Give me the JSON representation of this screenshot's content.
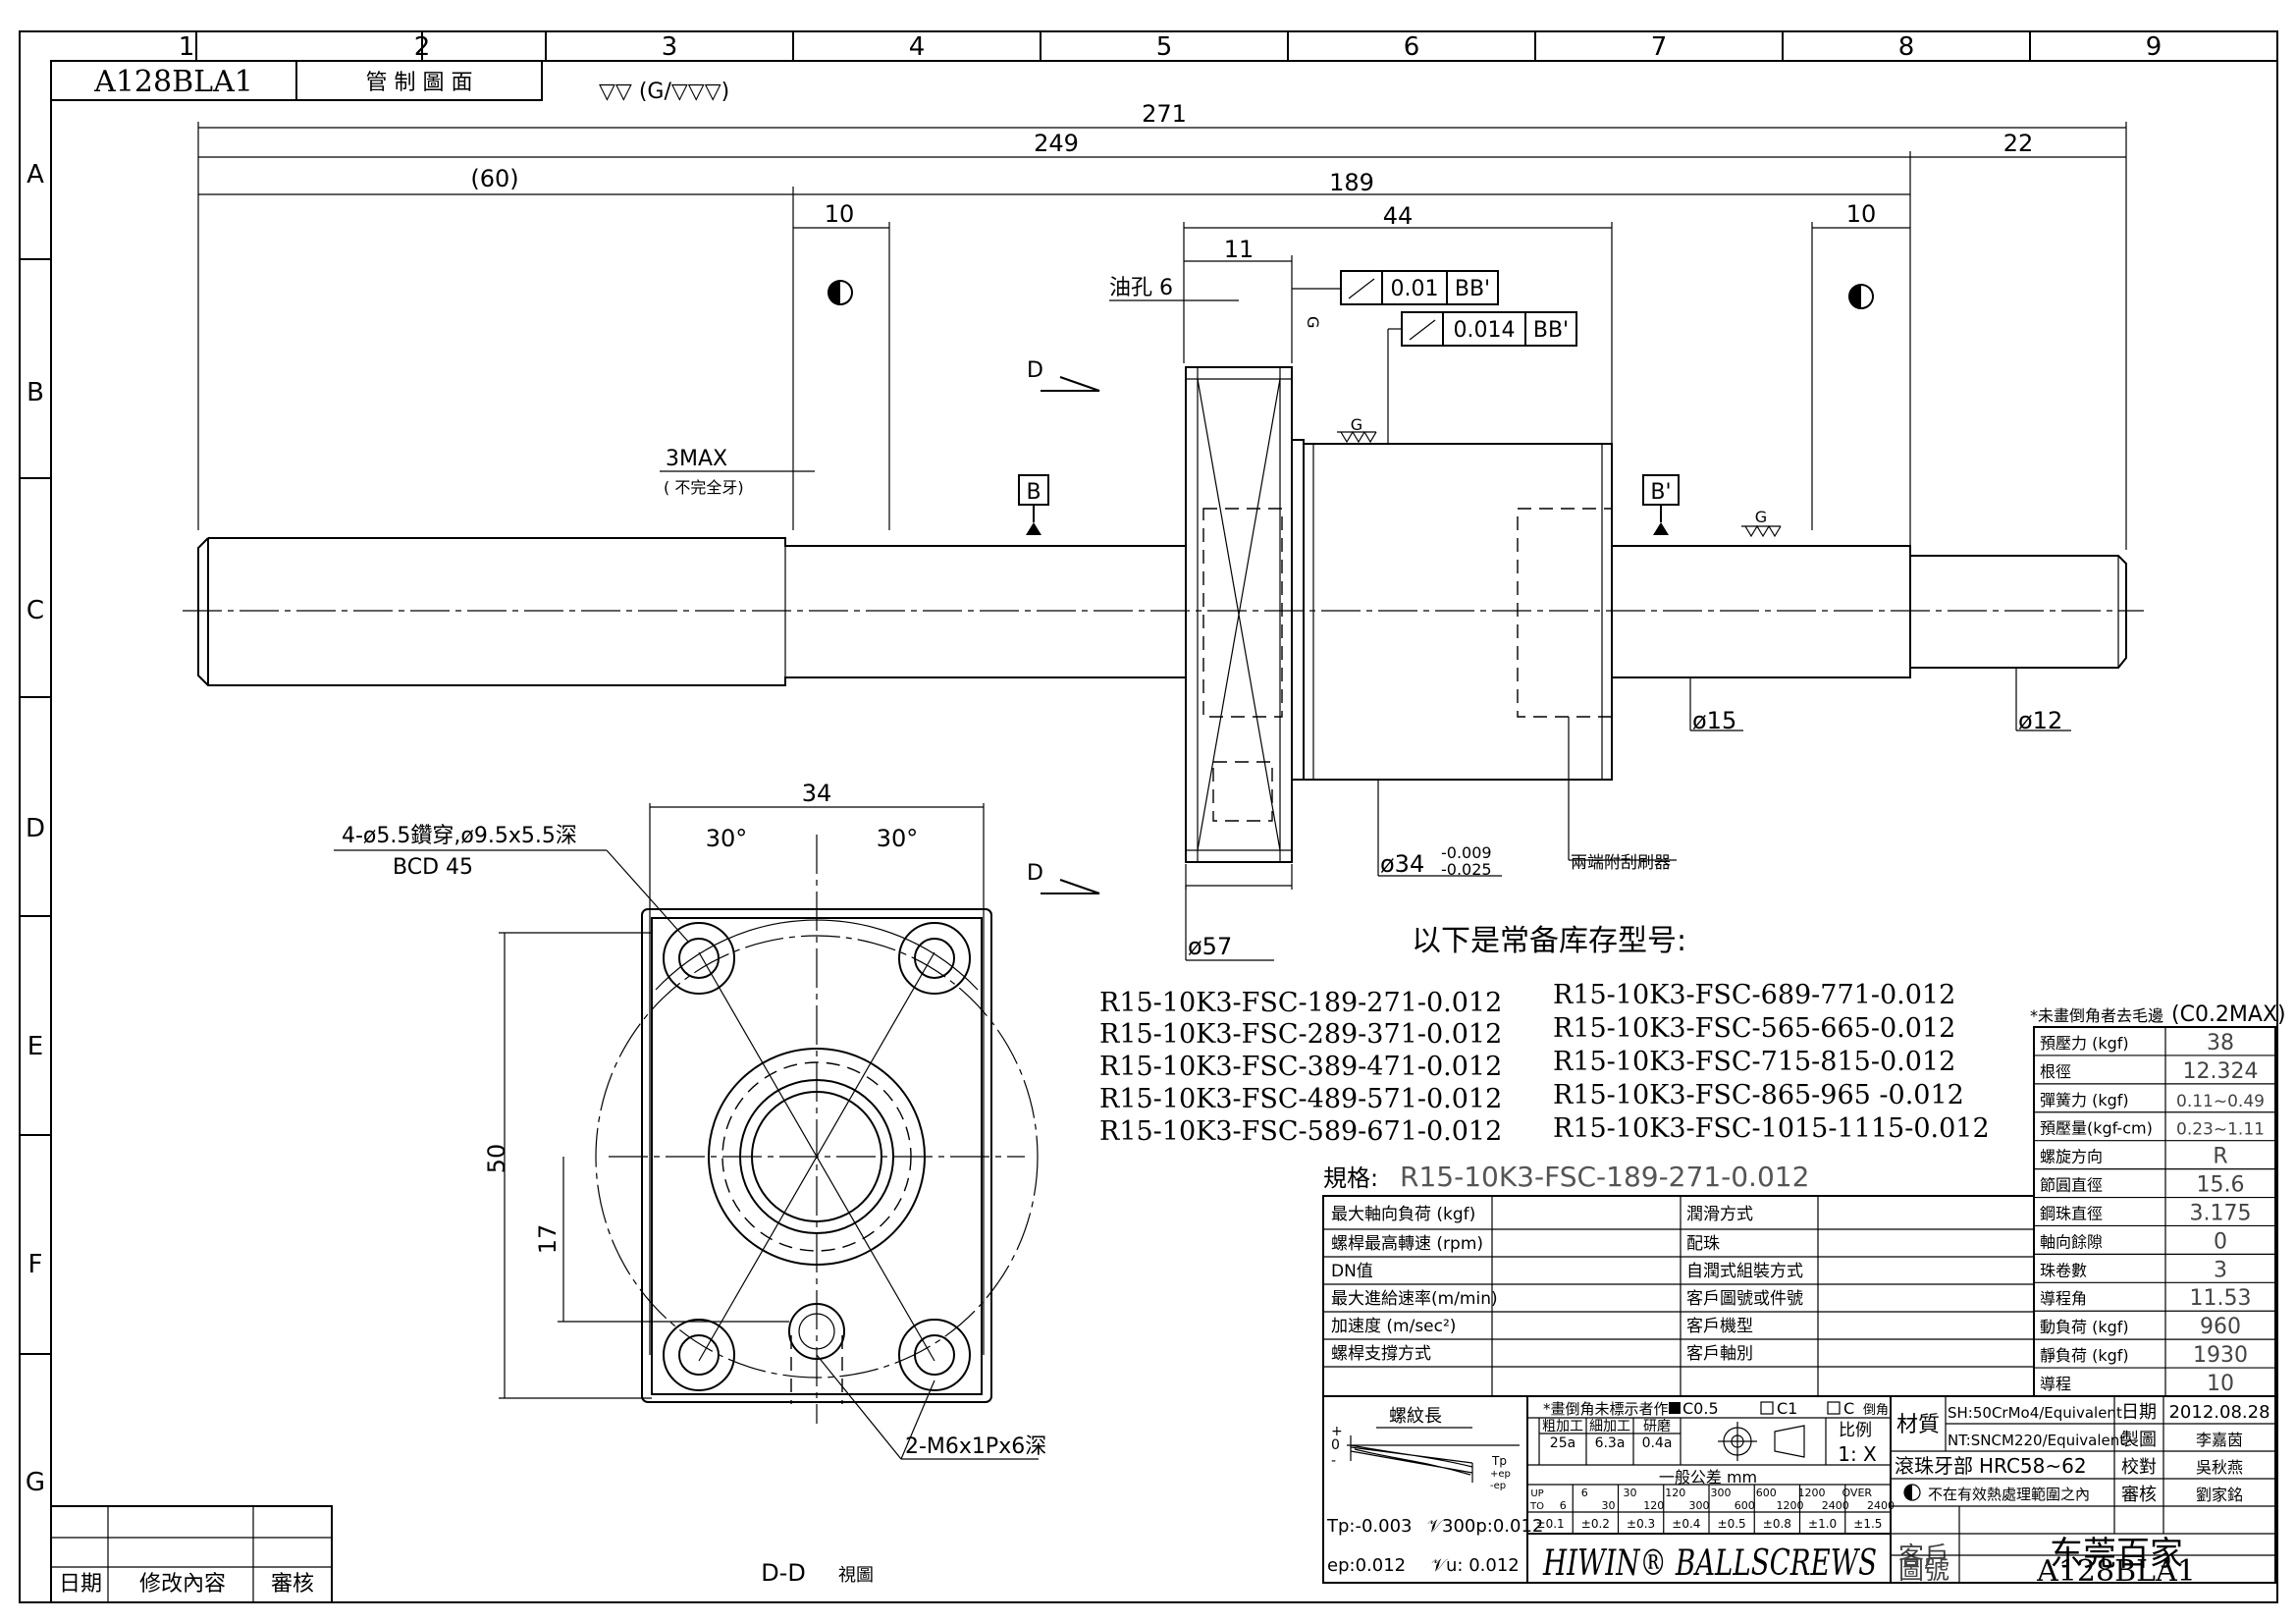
{
  "title_block": {
    "drawing_no": "A128BLA1",
    "control": "管 制 圖 面",
    "surface_mark": "▽▽ (G/▽▽▽)"
  },
  "grid": {
    "cols": [
      "1",
      "2",
      "3",
      "4",
      "5",
      "6",
      "7",
      "8",
      "9"
    ],
    "rows": [
      "A",
      "B",
      "C",
      "D",
      "E",
      "F",
      "G"
    ]
  },
  "dims": {
    "d271": "271",
    "d249": "249",
    "d22": "22",
    "d60": "(60)",
    "d189": "189",
    "d10a": "10",
    "d10b": "10",
    "d44": "44",
    "d11": "11",
    "oil_hole": "油孔 6",
    "runout1_val": "0.01",
    "runout1_ref": "BB'",
    "runout2_val": "0.014",
    "runout2_ref": "BB'",
    "datum_b": "B",
    "datum_b2": "B'",
    "g": "G",
    "max3": "3MAX",
    "incomplete": "( 不完全牙)",
    "sec_d": "D",
    "dia15": "ø15",
    "dia12": "ø12",
    "dia57": "ø57",
    "dia34": "ø34",
    "dia34_up": "-0.009",
    "dia34_lo": "-0.025",
    "wiper": "兩端附刮刷器"
  },
  "flange": {
    "holes": "4-ø5.5鑽穿,ø9.5x5.5深",
    "bcd": "BCD 45",
    "w34": "34",
    "h50": "50",
    "h17": "17",
    "ang1": "30°",
    "ang2": "30°",
    "tap": "2-M6x1Px6深",
    "view": "D-D",
    "view_label": "視圖"
  },
  "stock": {
    "heading": "以下是常备库存型号:",
    "left": [
      "R15-10K3-FSC-189-271-0.012",
      "R15-10K3-FSC-289-371-0.012",
      "R15-10K3-FSC-389-471-0.012",
      "R15-10K3-FSC-489-571-0.012",
      "R15-10K3-FSC-589-671-0.012"
    ],
    "right": [
      "R15-10K3-FSC-689-771-0.012",
      "R15-10K3-FSC-565-665-0.012",
      "R15-10K3-FSC-715-815-0.012",
      "R15-10K3-FSC-865-965 -0.012",
      "R15-10K3-FSC-1015-1115-0.012"
    ]
  },
  "spec": {
    "label": "規格:",
    "value": "R15-10K3-FSC-189-271-0.012",
    "rows": [
      [
        "最大軸向負荷  (kgf)",
        "",
        "潤滑方式",
        ""
      ],
      [
        "螺桿最高轉速 (rpm)",
        "",
        "配珠",
        ""
      ],
      [
        "DN值",
        "",
        "自潤式組裝方式",
        ""
      ],
      [
        "最大進給速率(m/min)",
        "",
        "客戶圖號或件號",
        ""
      ],
      [
        "加速度    (m/sec²)",
        "",
        "客戶機型",
        ""
      ],
      [
        "螺桿支撐方式",
        "",
        "客戶軸別",
        ""
      ]
    ]
  },
  "props": {
    "note": "*未畫倒角者去毛邊",
    "note_val": "(C0.2MAX)",
    "rows": [
      [
        "預壓力 (kgf)",
        "38"
      ],
      [
        "根徑",
        "12.324"
      ],
      [
        "彈簧力 (kgf)",
        "0.11~0.49"
      ],
      [
        "預壓量(kgf-cm)",
        "0.23~1.11"
      ],
      [
        "螺旋方向",
        "R"
      ],
      [
        "節圓直徑",
        "15.6"
      ],
      [
        "鋼珠直徑",
        "3.175"
      ],
      [
        "軸向餘隙",
        "0"
      ],
      [
        "珠卷數",
        "3"
      ],
      [
        "導程角",
        "11.53"
      ],
      [
        "動負荷 (kgf)",
        "960"
      ],
      [
        "靜負荷 (kgf)",
        "1930"
      ],
      [
        "導程",
        "10"
      ]
    ]
  },
  "lead": {
    "label": "螺紋長",
    "tp": "Tp:-0.003",
    "v300": "𝒱300p:0.012",
    "ep": "ep:0.012",
    "vu": "𝒱u: 0.012",
    "plus": "+",
    "zero": "0",
    "minus": "-",
    "tp_tag": "Tp",
    "ep_plus": "+ep",
    "ep_minus": "-ep"
  },
  "tolerance": {
    "chamfer": "*畫倒角未標示者作",
    "c05": "C0.5",
    "c1": "C1",
    "c": "C",
    "chamfer_end": "倒角",
    "h1": "粗加工",
    "h2": "細加工",
    "h3": "研磨",
    "v1": "25a",
    "v2": "6.3a",
    "v3": "0.4a",
    "scale_label": "比例",
    "scale": "1: X",
    "general": "一般公差  mm",
    "up": "UP",
    "to": "TO",
    "ranges_up": [
      "6",
      "30",
      "120",
      "300",
      "600",
      "1200",
      "OVER"
    ],
    "ranges_to": [
      "6",
      "30",
      "120",
      "300",
      "600",
      "1200",
      "2400",
      "2400"
    ],
    "tols": [
      "±0.1",
      "±0.2",
      "±0.3",
      "±0.4",
      "±0.5",
      "±0.8",
      "±1.0",
      "±1.5"
    ]
  },
  "material": {
    "label": "材質",
    "sh": "SH:50CrMo4/Equivalent",
    "nt": "NT:SNCM220/Equivalent",
    "hard_label": "滾珠牙部",
    "hard": "HRC58~62",
    "heat": "不在有效熱處理範圍之內",
    "date_label": "日期",
    "date": "2012.08.28",
    "made_label": "製圖",
    "made": "李嘉茵",
    "check_label": "校對",
    "check": "吳秋燕",
    "review_label": "審核",
    "review": "劉家銘",
    "customer_label": "客戶",
    "customer": "东莞百家",
    "drawing_label": "圖號",
    "drawing": "A128BLA1",
    "brand": "HIWIN® BALLSCREWS"
  },
  "revision": {
    "date": "日期",
    "content": "修改內容",
    "review": "審核"
  }
}
